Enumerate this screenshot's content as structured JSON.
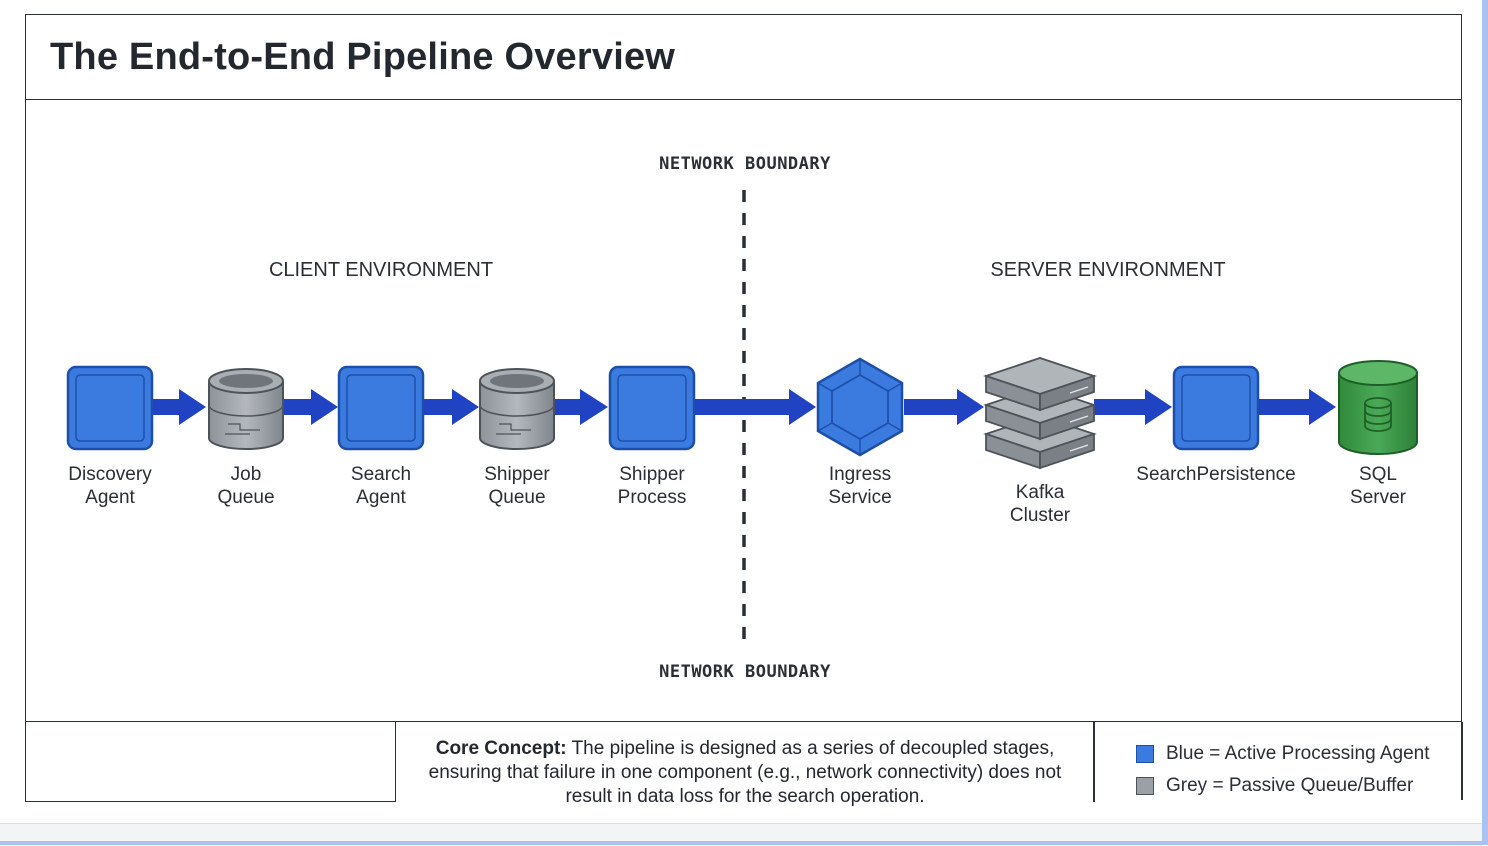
{
  "title": "The End-to-End Pipeline Overview",
  "network_boundary": {
    "top_label": "NETWORK BOUNDARY",
    "bottom_label": "NETWORK BOUNDARY"
  },
  "environments": {
    "client": "CLIENT ENVIRONMENT",
    "server": "SERVER ENVIRONMENT"
  },
  "nodes": [
    {
      "id": "discovery-agent",
      "label_line1": "Discovery",
      "label_line2": "Agent",
      "kind": "agent",
      "icon": "agent-square-icon"
    },
    {
      "id": "job-queue",
      "label_line1": "Job",
      "label_line2": "Queue",
      "kind": "queue",
      "icon": "database-cylinder-icon"
    },
    {
      "id": "search-agent",
      "label_line1": "Search",
      "label_line2": "Agent",
      "kind": "agent",
      "icon": "agent-square-icon"
    },
    {
      "id": "shipper-queue",
      "label_line1": "Shipper",
      "label_line2": "Queue",
      "kind": "queue",
      "icon": "database-cylinder-icon"
    },
    {
      "id": "shipper-process",
      "label_line1": "Shipper",
      "label_line2": "Process",
      "kind": "agent",
      "icon": "agent-square-icon"
    },
    {
      "id": "ingress-service",
      "label_line1": "Ingress",
      "label_line2": "Service",
      "kind": "service",
      "icon": "hexagon-icon"
    },
    {
      "id": "kafka-cluster",
      "label_line1": "Kafka",
      "label_line2": "Cluster",
      "kind": "queue",
      "icon": "server-stack-icon"
    },
    {
      "id": "search-persistence",
      "label_line1": "SearchPersistence",
      "label_line2": "",
      "kind": "agent",
      "icon": "agent-square-icon"
    },
    {
      "id": "sql-server",
      "label_line1": "SQL",
      "label_line2": "Server",
      "kind": "database",
      "icon": "sql-database-icon"
    }
  ],
  "core_concept": {
    "heading": "Core Concept:",
    "text": "The pipeline is designed as a series of decoupled stages, ensuring that failure in one component (e.g., network connectivity) does not result in data loss for the search operation."
  },
  "legend": [
    {
      "label": "Blue = Active Processing Agent",
      "color": "#3b7be0"
    },
    {
      "label": "Grey = Passive Queue/Buffer",
      "color": "#9aa0a6"
    }
  ],
  "colors": {
    "agent_blue": "#3b7be0",
    "agent_border": "#1e4fa8",
    "arrow_blue": "#1f43c2",
    "queue_grey": "#9aa0a6",
    "db_green": "#3f9a4a"
  }
}
